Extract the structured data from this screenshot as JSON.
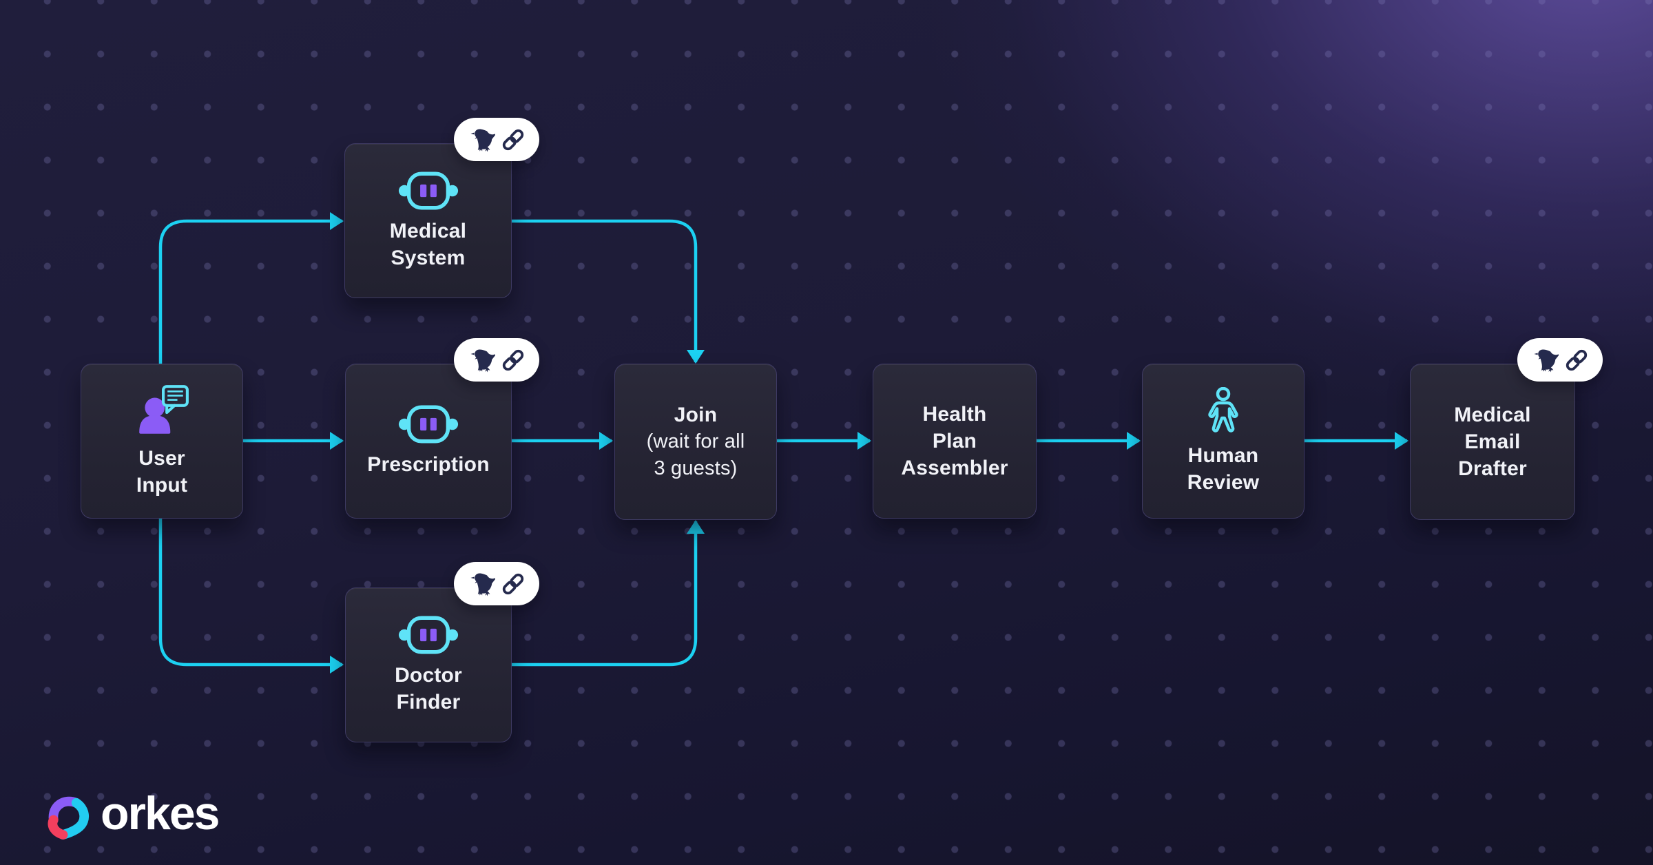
{
  "app": {
    "type": "workflow-diagram"
  },
  "logo": {
    "text": "orkes"
  },
  "colors": {
    "accent_cyan": "#1cd1f2",
    "icon_cyan": "#5fe3f7",
    "icon_purple": "#8b5cf6",
    "node_bg": "#252433",
    "node_border": "#3e3a63",
    "badge_bg": "#ffffff",
    "badge_glyph": "#252a4d",
    "background_dark": "#17162b",
    "background_purple": "#493d7e",
    "text": "#f1f2f7",
    "logo_purple": "#8b5cf6",
    "logo_pink": "#f43f5e",
    "logo_cyan": "#22ccf1"
  },
  "nodes": [
    {
      "id": "user-input",
      "lines": [
        "User",
        "Input"
      ],
      "icon": "user-chat-icon",
      "badge": null
    },
    {
      "id": "medical-system",
      "lines": [
        "Medical",
        "System"
      ],
      "icon": "robot-icon",
      "badge": "crow-link"
    },
    {
      "id": "prescription",
      "lines": [
        "Prescription"
      ],
      "icon": "robot-icon",
      "badge": "crow-link"
    },
    {
      "id": "doctor-finder",
      "lines": [
        "Doctor",
        "Finder"
      ],
      "icon": "robot-icon",
      "badge": "crow-link"
    },
    {
      "id": "join",
      "lines": [
        "Join",
        "(wait for all",
        "3 guests)"
      ],
      "icon": null,
      "badge": null
    },
    {
      "id": "health-plan-assembler",
      "lines": [
        "Health",
        "Plan",
        "Assembler"
      ],
      "icon": null,
      "badge": null
    },
    {
      "id": "human-review",
      "lines": [
        "Human",
        "Review"
      ],
      "icon": "human-icon",
      "badge": null
    },
    {
      "id": "medical-email-drafter",
      "lines": [
        "Medical",
        "Email",
        "Drafter"
      ],
      "icon": null,
      "badge": "crow-link"
    }
  ],
  "edges": [
    {
      "from": "user-input",
      "to": "medical-system"
    },
    {
      "from": "user-input",
      "to": "prescription"
    },
    {
      "from": "user-input",
      "to": "doctor-finder"
    },
    {
      "from": "medical-system",
      "to": "join"
    },
    {
      "from": "prescription",
      "to": "join"
    },
    {
      "from": "doctor-finder",
      "to": "join"
    },
    {
      "from": "join",
      "to": "health-plan-assembler"
    },
    {
      "from": "health-plan-assembler",
      "to": "human-review"
    },
    {
      "from": "human-review",
      "to": "medical-email-drafter"
    }
  ]
}
